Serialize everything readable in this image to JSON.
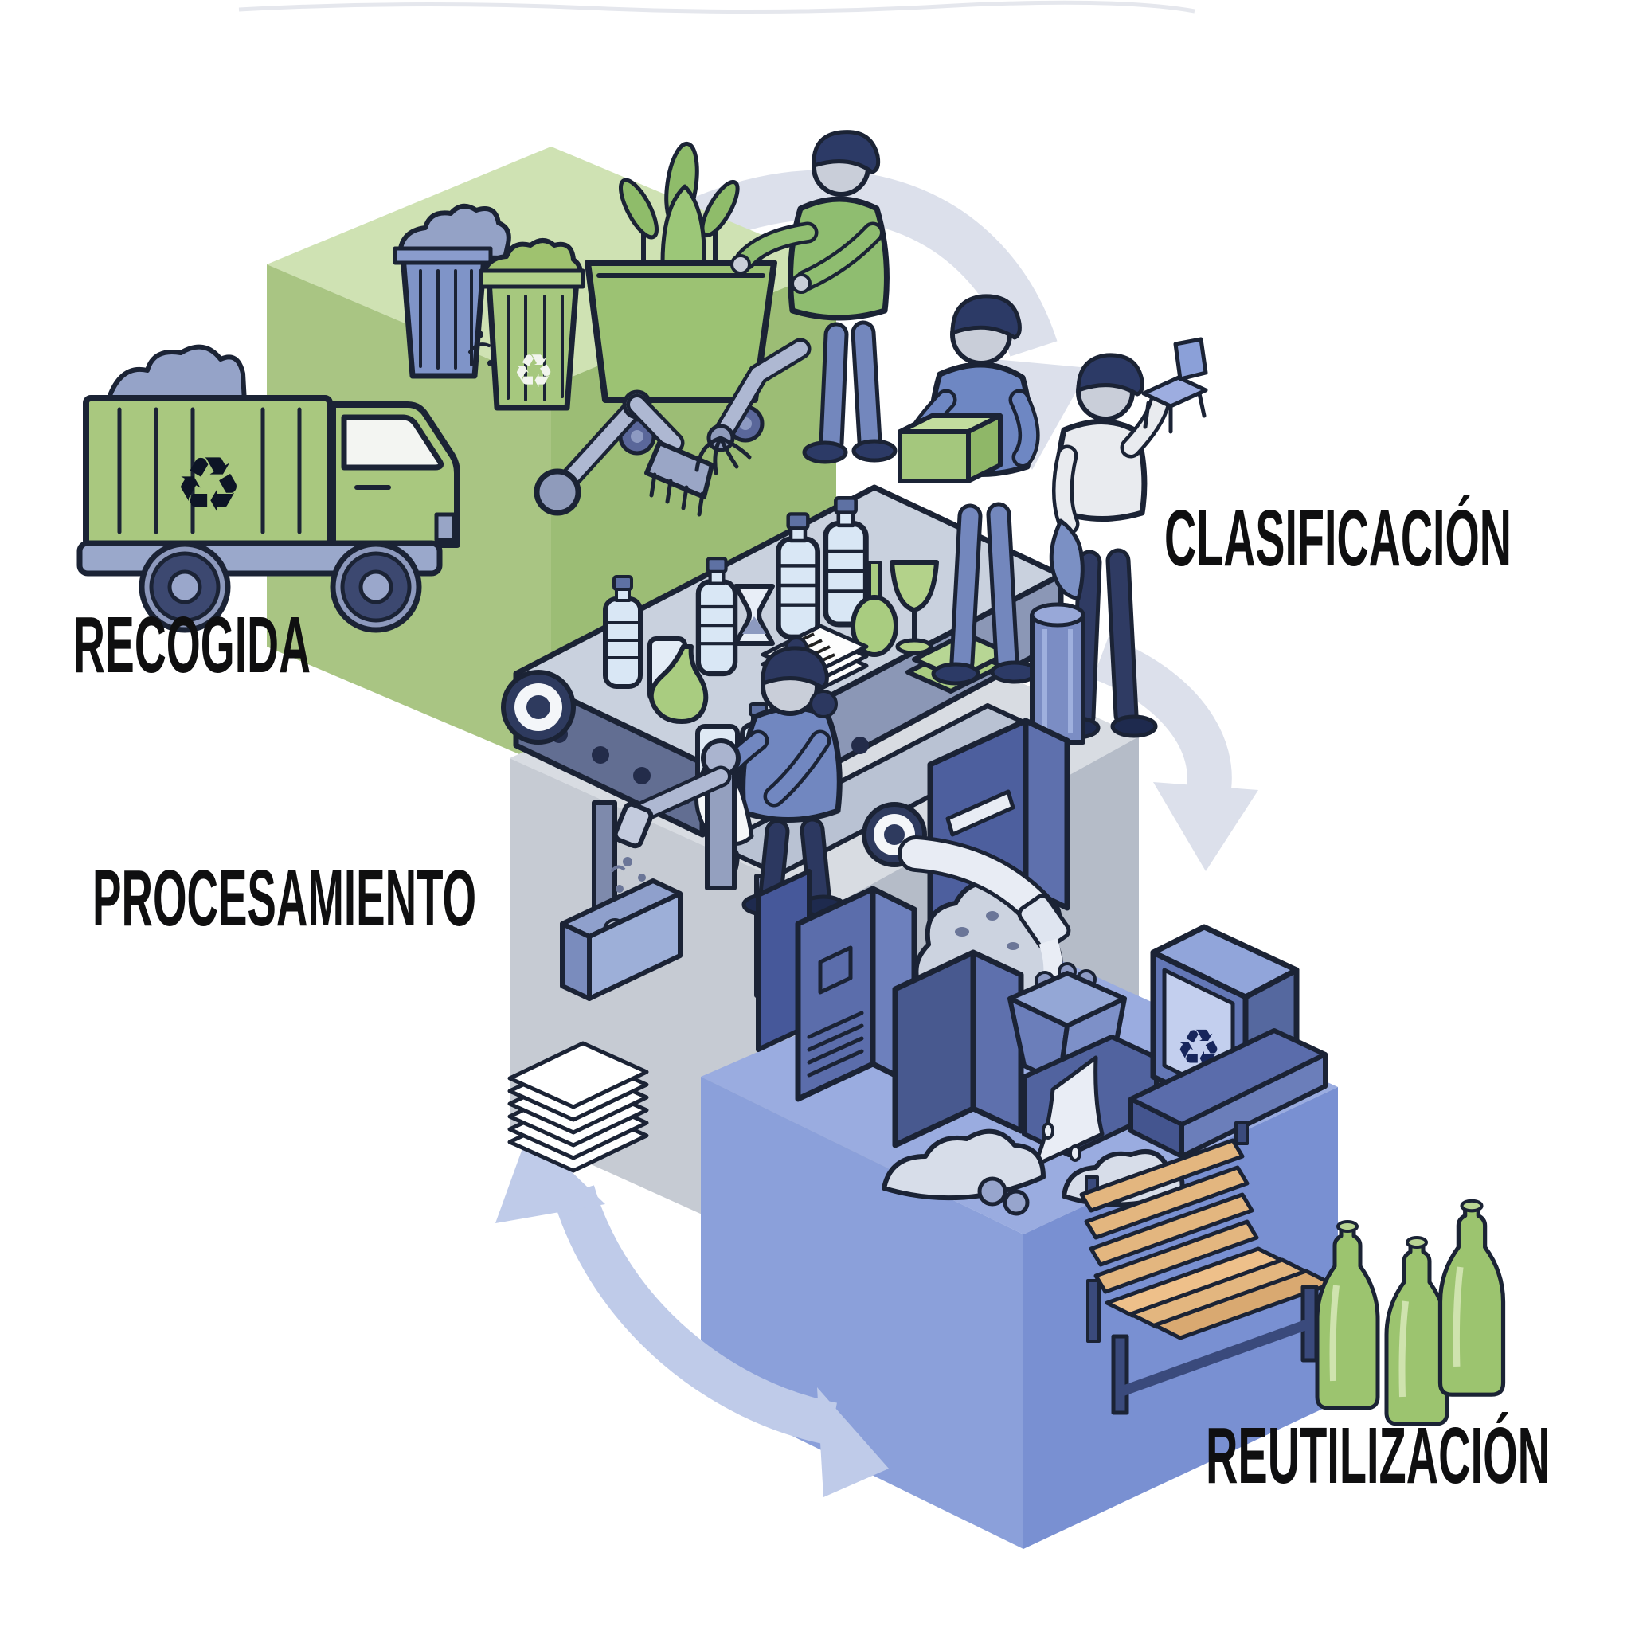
{
  "page": {
    "background": "#ffffff"
  },
  "diagram": {
    "type": "process-cycle-infographic",
    "language": "es",
    "topic": "recycling process",
    "stages": [
      {
        "id": "recogida",
        "label": "RECOGIDA"
      },
      {
        "id": "clasificacion",
        "label": "CLASIFICACIÓN"
      },
      {
        "id": "procesamiento",
        "label": "PROCESAMIENTO"
      },
      {
        "id": "reutilizacion",
        "label": "REUTILIZACIÓN"
      }
    ],
    "symbols": {
      "recycle": "♻"
    },
    "colors": {
      "cube_collection_top": "#cfe2b3",
      "cube_collection_side": "#a9c583",
      "cube_processing_top": "#d8dce2",
      "cube_processing_side": "#c6cbd3",
      "cube_reuse_top": "#9aace0",
      "cube_reuse_side": "#7990d2",
      "arrow_light": "#dce0eb",
      "arrow_blue": "#bfcbe9",
      "truck_green": "#a9c87f",
      "machine_blue": "#5b6dab",
      "bench_wood": "#e3b67f",
      "bottle_green": "#9cc46f",
      "outline": "#1b2335",
      "label_text": "#0f0f10"
    }
  }
}
